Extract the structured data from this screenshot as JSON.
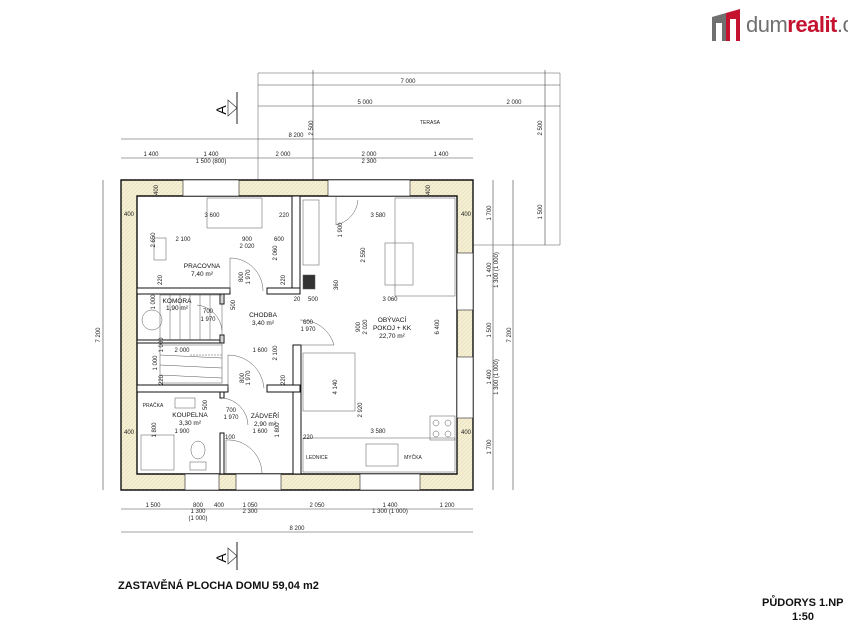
{
  "logo": {
    "part1": "dum",
    "part2": "realit",
    "part3": ".c",
    "gray": "#707070",
    "red": "#c4122f"
  },
  "section_marker": "A",
  "terrace_label": "TERASA",
  "rooms": {
    "pracovna": {
      "name": "PRACOVNA",
      "area": "7,40 m²"
    },
    "komora": {
      "name": "KOMORA",
      "area": "1,90 m²"
    },
    "chodba": {
      "name": "CHODBA",
      "area": "3,40 m²"
    },
    "obyvaci": {
      "name": "OBÝVACÍ",
      "name2": "POKOJ + KK",
      "area": "22,70 m²"
    },
    "koupelna": {
      "name": "KOUPELNA",
      "area": "3,30 m²"
    },
    "zadveri": {
      "name": "ZÁDVEŘÍ",
      "area": "2,90 m²"
    }
  },
  "fixtures": {
    "pracka": "PRAČKA",
    "lednice": "LEDNICE",
    "mycka": "MYČKA"
  },
  "dims": {
    "top": [
      "7 000",
      "5 000",
      "2 000",
      "2 500",
      "2 500",
      "8 200",
      "1 400",
      "1 400",
      "1 500 (800)",
      "2 000",
      "2 000",
      "2 300",
      "1 400",
      "400",
      "400"
    ],
    "left": [
      "7 200",
      "400",
      "400"
    ],
    "right": [
      "400",
      "400",
      "1 700",
      "1 400",
      "1 300 (1 000)",
      "1 500",
      "7 200",
      "1 400",
      "1 300 (1 000)",
      "1 700",
      "1 500"
    ],
    "bottom": [
      "1 500",
      "800",
      "1 300",
      "(1 000)",
      "400",
      "1 050",
      "2 300",
      "2 050",
      "1 400",
      "1 300 (1 000)",
      "1 200",
      "8 200"
    ],
    "inner": [
      "3 600",
      "220",
      "3 580",
      "2 100",
      "900",
      "2 020",
      "600",
      "2 650",
      "2 060",
      "800",
      "1 970",
      "1 900",
      "2 550",
      "360",
      "220",
      "220",
      "20",
      "500",
      "3 060",
      "500",
      "700",
      "1 970",
      "1 000",
      "600",
      "1 970",
      "900",
      "2 020",
      "6 400",
      "2 100",
      "1 600",
      "2 000",
      "1 000",
      "1 000",
      "800",
      "1 970",
      "220",
      "220",
      "4 140",
      "2 920",
      "500",
      "700",
      "1 970",
      "1 900",
      "1 600",
      "3 580",
      "1 800",
      "1 800",
      "100",
      "220"
    ]
  },
  "footer": {
    "built_area": "ZASTAVĚNÁ PLOCHA DOMU  59,04 m2",
    "plan_title": "PŮDORYS 1.NP",
    "scale": "1:50"
  }
}
